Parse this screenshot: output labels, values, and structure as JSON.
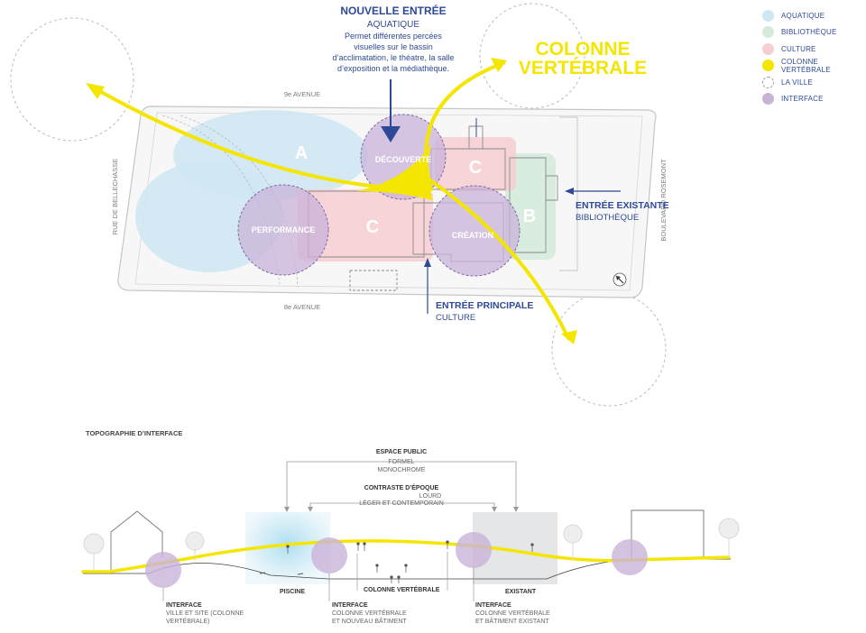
{
  "legend": {
    "items": [
      {
        "label": "AQUATIQUE",
        "color": "#cfe6f3",
        "style": "fill"
      },
      {
        "label": "BIBLIOTHÈQUE",
        "color": "#d4eadb",
        "style": "fill"
      },
      {
        "label": "CULTURE",
        "color": "#f6cfd3",
        "style": "fill"
      },
      {
        "label": "COLONNE VERTÉBRALE",
        "color": "#f4e600",
        "style": "fill"
      },
      {
        "label": "LA VILLE",
        "color": "#9aa0a8",
        "style": "dashed"
      },
      {
        "label": "INTERFACE",
        "color": "#c9b3d9",
        "style": "fill"
      }
    ]
  },
  "plan": {
    "nouvelle_entree": {
      "title": "NOUVELLE ENTRÉE",
      "subtitle": "AQUATIQUE",
      "description": [
        "Permet différentes percées",
        "visuelles sur le bassin",
        "d’acclimatation, le théatre, la salle",
        "d’exposition et la médiathèque."
      ]
    },
    "colonne": [
      "COLONNE",
      "VERTÉBRALE"
    ],
    "streets": {
      "north": "9e AVENUE",
      "south": "8e AVENUE",
      "west": "RUE DE BELLECHASSE",
      "east": "BOULEVARD ROSEMONT"
    },
    "zones": {
      "a": "A",
      "b": "B",
      "c1": "C",
      "c2": "C"
    },
    "circles": {
      "decouverte": "DÉCOUVERTE",
      "performance": "PERFORMANCE",
      "creation": "CRÉATION"
    },
    "entree_existante": {
      "title": "ENTRÉE EXISTANTE",
      "subtitle": "BIBLIOTHÈQUE"
    },
    "entree_principale": {
      "title": "ENTRÉE PRINCIPALE",
      "subtitle": "CULTURE"
    }
  },
  "section": {
    "title": "TOPOGRAPHIE D’INTERFACE",
    "espace_public": {
      "title": "ESPACE PUBLIC",
      "lines": [
        "FORMEL",
        "MONOCHROME"
      ]
    },
    "contraste": {
      "title": "CONTRASTE D’ÉPOQUE",
      "lines": [
        "LOURD",
        "LÉGER ET CONTEMPORAIN"
      ]
    },
    "piscine": "PISCINE",
    "colonne": "COLONNE VERTÉBRALE",
    "existant": "EXISTANT",
    "interfaces": [
      {
        "title": "INTERFACE",
        "lines": [
          "VILLE ET SITE (COLONNE",
          "VERTÉBRALE)"
        ]
      },
      {
        "title": "INTERFACE",
        "lines": [
          "COLONNE VERTÉBRALE",
          "ET NOUVEAU BÂTIMENT"
        ]
      },
      {
        "title": "INTERFACE",
        "lines": [
          "COLONNE VERTÉBRALE",
          "ET BÂTIMENT EXISTANT"
        ]
      }
    ]
  }
}
